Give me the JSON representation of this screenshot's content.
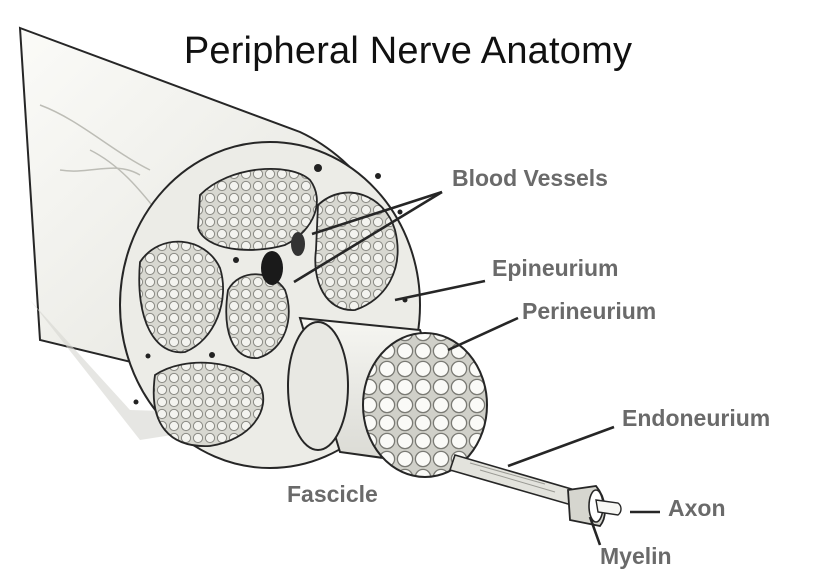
{
  "title": "Peripheral Nerve Anatomy",
  "labels": {
    "blood_vessels": "Blood Vessels",
    "epineurium": "Epineurium",
    "perineurium": "Perineurium",
    "endoneurium": "Endoneurium",
    "axon": "Axon",
    "myelin": "Myelin",
    "fascicle": "Fascicle"
  },
  "colors": {
    "outline": "#262626",
    "label": "#6a6a6a",
    "tissue": "#e8e8e3",
    "fascicle_fill": "#d7d7d0",
    "vessel": "#1a1a1a"
  }
}
